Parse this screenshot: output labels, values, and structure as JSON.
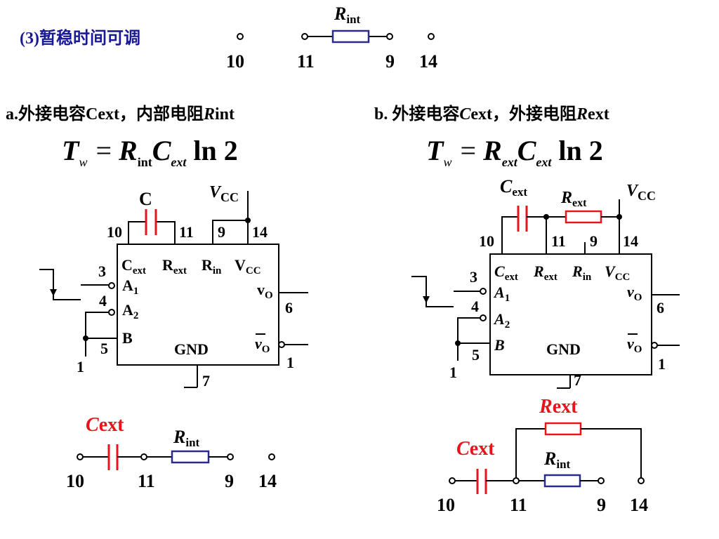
{
  "top": {
    "heading": "(3)暂稳时间可调",
    "rint_label": {
      "main": "R",
      "sub": "int"
    },
    "pins": [
      "10",
      "11",
      "9",
      "14"
    ]
  },
  "left": {
    "caption": {
      "prefix": "a.外接电容Cext，内部电阻",
      "r": "R",
      "suffix": "int"
    },
    "formula": {
      "t": "T",
      "tsub": "w",
      "eq": "=",
      "r": "R",
      "rsub": "int",
      "c": "C",
      "csub": "ext",
      "ln": "ln 2"
    },
    "cap_label": "C",
    "vcc": {
      "main": "V",
      "sub": "CC"
    },
    "pin_nums": {
      "p10": "10",
      "p11": "11",
      "p9": "9",
      "p14": "14",
      "p3": "3",
      "p4": "4",
      "p5": "5",
      "p6": "6",
      "p7": "7",
      "p1a": "1",
      "p1b": "1"
    },
    "chip": {
      "cext": {
        "main": "C",
        "sub": "ext"
      },
      "rext": {
        "main": "R",
        "sub": "ext"
      },
      "rin": {
        "main": "R",
        "sub": "in"
      },
      "vcc": {
        "main": "V",
        "sub": "CC"
      },
      "a1": {
        "main": "A",
        "sub": "1"
      },
      "a2": {
        "main": "A",
        "sub": "2"
      },
      "b": "B",
      "gnd": "GND",
      "vo": {
        "main": "v",
        "sub": "O"
      },
      "vo_bar": {
        "main": "v",
        "sub": "O"
      }
    },
    "bottom": {
      "cext": {
        "c": "C",
        "rest": "ext"
      },
      "rint": {
        "main": "R",
        "sub": "int"
      },
      "pins": [
        "10",
        "11",
        "9",
        "14"
      ]
    }
  },
  "right": {
    "caption": {
      "prefix": "b. 外接电容",
      "c": "C",
      "mid": "ext，外接电阻",
      "r": "R",
      "suffix": "ext"
    },
    "formula": {
      "t": "T",
      "tsub": "w",
      "eq": "=",
      "r": "R",
      "rsub": "ext",
      "c": "C",
      "csub": "ext",
      "ln": "ln 2"
    },
    "cap_label": {
      "main": "C",
      "sub": "ext"
    },
    "res_label": {
      "main": "R",
      "sub": "ext"
    },
    "vcc": {
      "main": "V",
      "sub": "CC"
    },
    "pin_nums": {
      "p10": "10",
      "p11": "11",
      "p9": "9",
      "p14": "14",
      "p3": "3",
      "p4": "4",
      "p5": "5",
      "p6": "6",
      "p7": "7",
      "p1a": "1",
      "p1b": "1"
    },
    "chip": {
      "cext": {
        "main": "C",
        "sub": "ext"
      },
      "rext": {
        "main": "R",
        "sub": "ext"
      },
      "rin": {
        "main": "R",
        "sub": "in"
      },
      "vcc": {
        "main": "V",
        "sub": "CC"
      },
      "a1": {
        "main": "A",
        "sub": "1"
      },
      "a2": {
        "main": "A",
        "sub": "2"
      },
      "b": "B",
      "gnd": "GND",
      "vo": {
        "main": "v",
        "sub": "O"
      },
      "vo_bar": {
        "main": "v",
        "sub": "O"
      }
    },
    "bottom": {
      "rext": {
        "r": "R",
        "rest": "ext"
      },
      "cext": {
        "c": "C",
        "rest": "ext"
      },
      "rint": {
        "main": "R",
        "sub": "int"
      },
      "pins": [
        "10",
        "11",
        "9",
        "14"
      ]
    }
  },
  "colors": {
    "text": "#000000",
    "heading": "#1a1a99",
    "red": "#e8141c",
    "blue": "#2b2b8c"
  }
}
